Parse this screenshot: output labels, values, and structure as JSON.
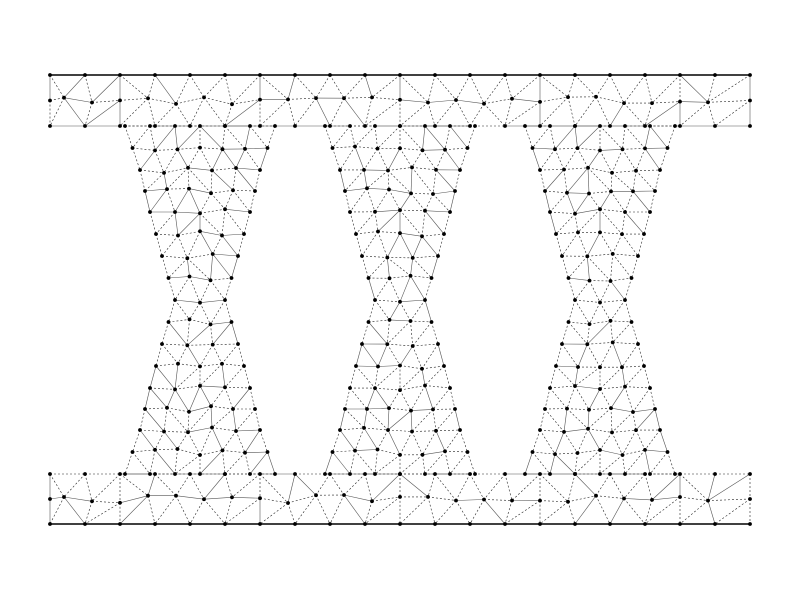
{
  "diagram": {
    "type": "triangular-mesh",
    "colors": {
      "background": "#ffffff",
      "edge": "#222222",
      "node": "#000000"
    },
    "plates": [
      "top-plate",
      "bottom-plate"
    ],
    "columns": [
      "column-left",
      "column-middle",
      "column-right"
    ]
  }
}
